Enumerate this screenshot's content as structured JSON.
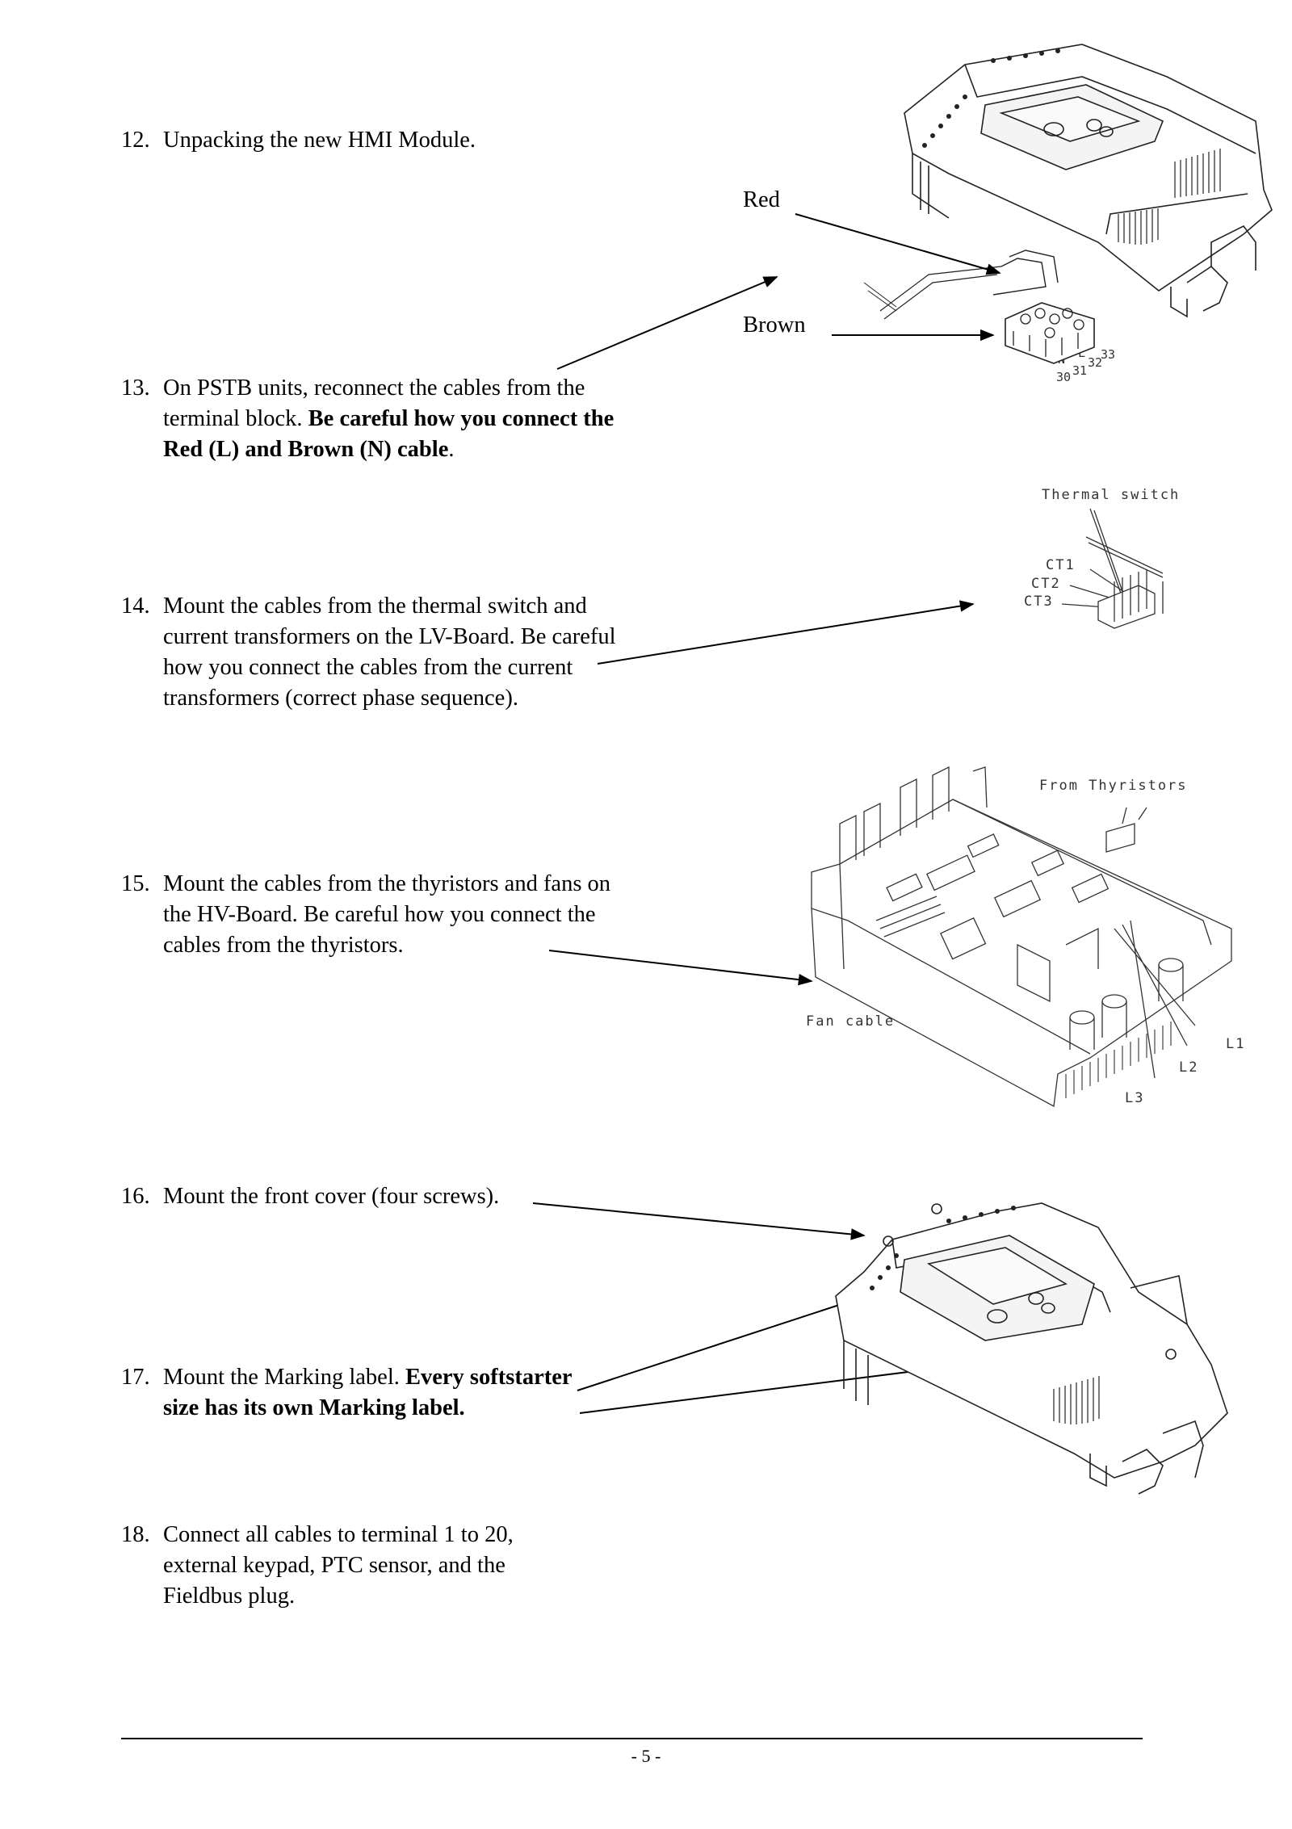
{
  "steps": [
    {
      "num": "12.",
      "text": "Unpacking the new HMI Module."
    },
    {
      "num": "13.",
      "text_plain": "On PSTB units, reconnect the cables from the terminal block. ",
      "text_bold": "Be careful how you connect the Red (L) and Brown (N) cable",
      "text_tail": "."
    },
    {
      "num": "14.",
      "text": "Mount the cables from the thermal switch and current transformers on the LV-Board. Be careful how you connect the cables from the current transformers (correct phase sequence)."
    },
    {
      "num": "15.",
      "text": "Mount the cables from the thyristors and fans on the HV-Board. Be careful how you connect the cables from the thyristors."
    },
    {
      "num": "16.",
      "text": "Mount the front cover (four screws)."
    },
    {
      "num": "17.",
      "text_plain": "Mount the Marking label. ",
      "text_bold": "Every softstarter size has its own Marking label."
    },
    {
      "num": "18.",
      "text": "Connect all cables to terminal 1 to 20, external keypad, PTC sensor, and the Fieldbus plug."
    }
  ],
  "figure_labels": {
    "red": "Red",
    "brown": "Brown",
    "terminals": [
      "N",
      "L",
      "30",
      "31",
      "32",
      "33"
    ],
    "thermal_switch": "Thermal switch",
    "ct1": "CT1",
    "ct2": "CT2",
    "ct3": "CT3",
    "from_thyristors": "From Thyristors",
    "fan_cable": "Fan cable",
    "l1": "L1",
    "l2": "L2",
    "l3": "L3"
  },
  "footer": {
    "page_number": "- 5 -"
  }
}
